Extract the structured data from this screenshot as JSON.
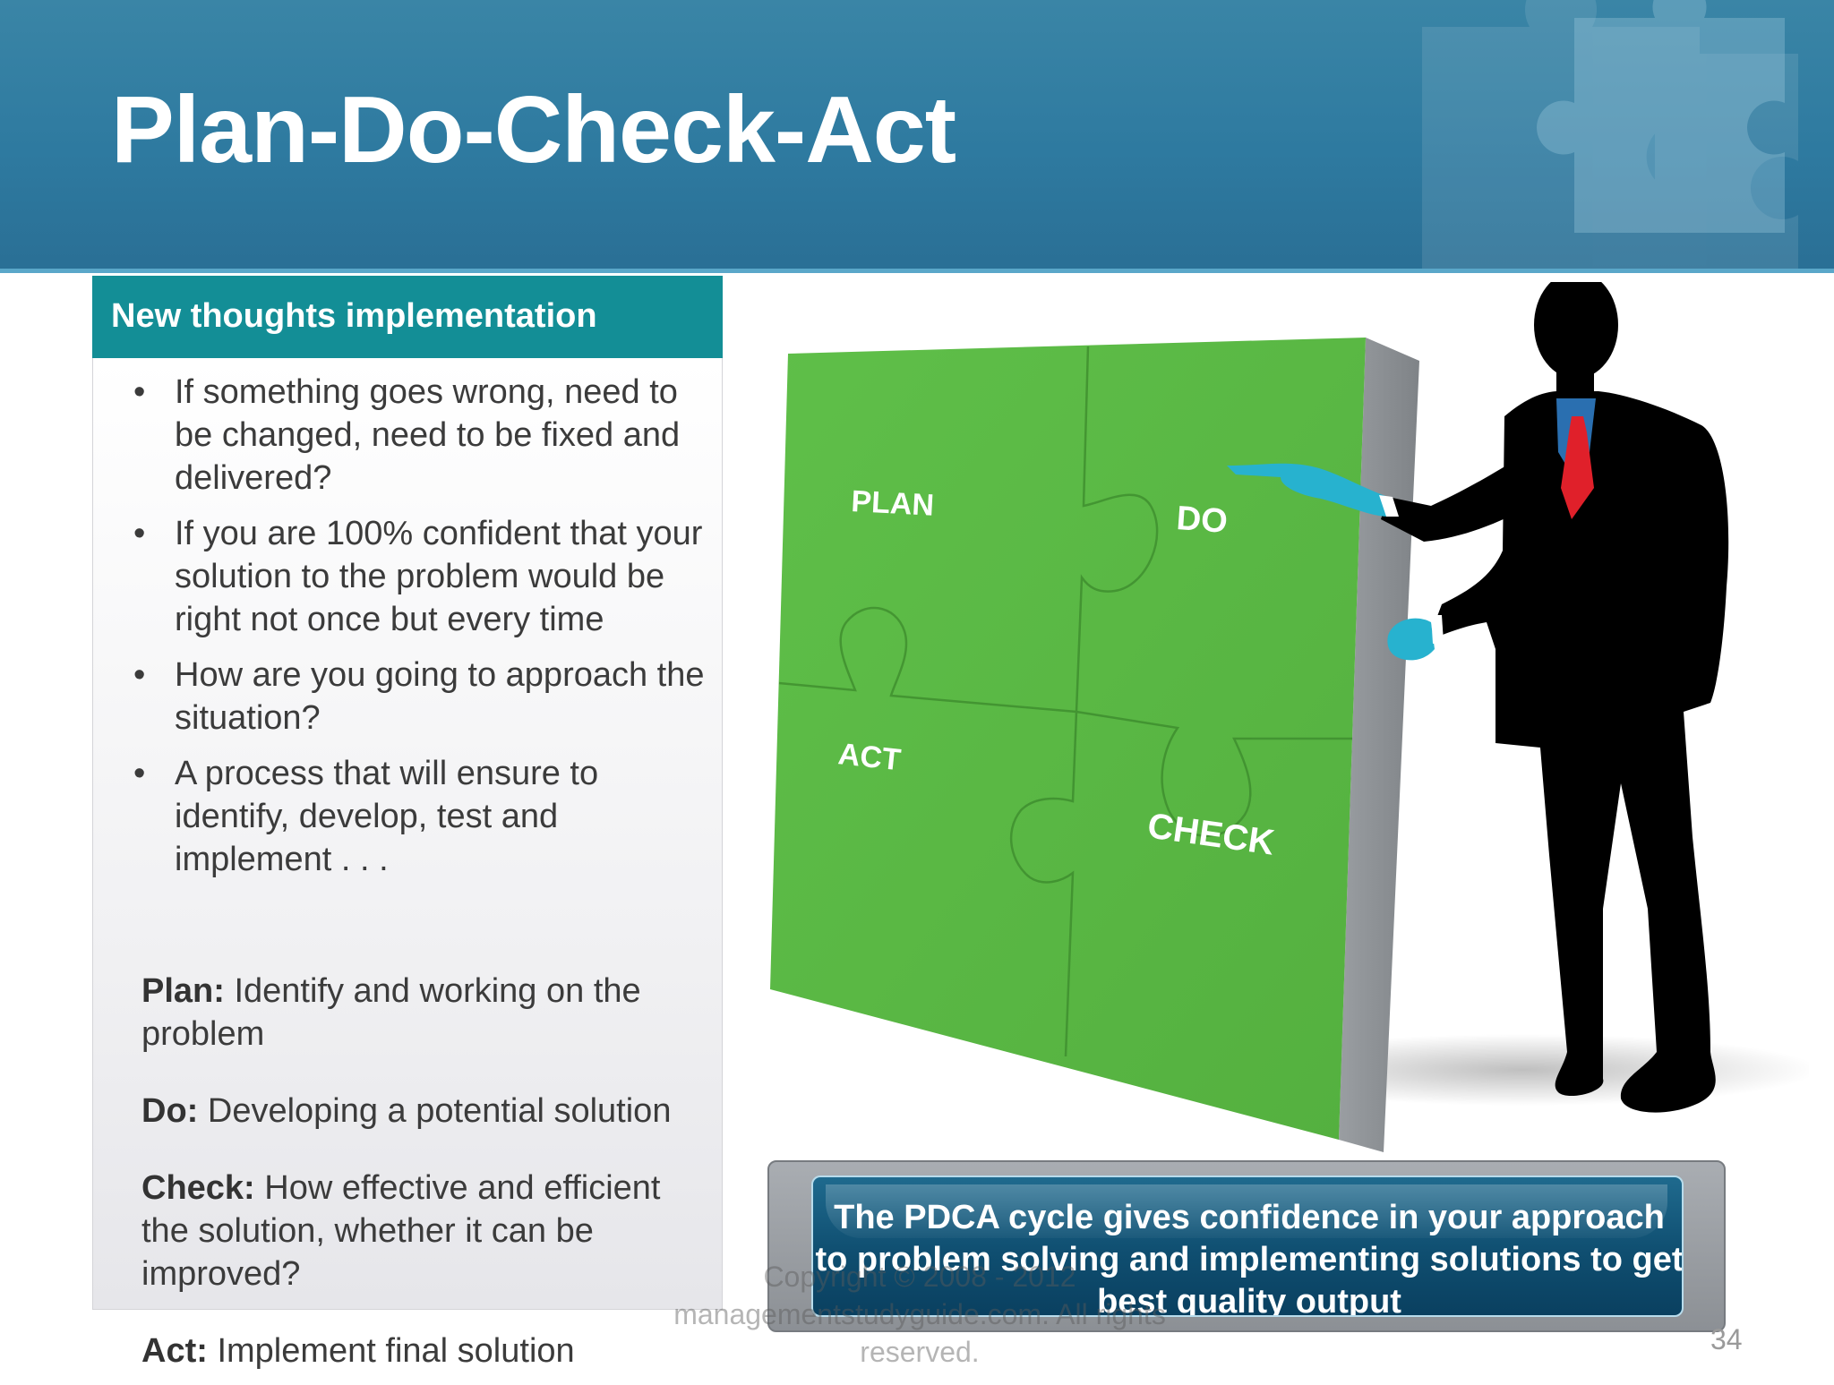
{
  "slide": {
    "title": "Plan-Do-Check-Act",
    "page_number": "34"
  },
  "panel": {
    "heading": "New thoughts implementation",
    "bullet_symbol": "•",
    "bullets": [
      "If something goes wrong, need to be changed, need to be fixed and delivered?",
      "If you are 100% confident that your solution to the problem would be right not once but every time",
      "How are you going to approach the situation?",
      "A process that will ensure to identify, develop, test and implement . . ."
    ],
    "definitions": [
      {
        "term": "Plan:",
        "text": " Identify and working on the problem"
      },
      {
        "term": "Do:",
        "text": " Developing a potential solution"
      },
      {
        "term": "Check:",
        "text": " How effective and efficient the solution, whether it can be improved?"
      },
      {
        "term": "Act:",
        "text": " Implement final solution"
      }
    ]
  },
  "puzzle": {
    "labels": {
      "plan": "PLAN",
      "do": "DO",
      "act": "ACT",
      "check": "CHECK"
    },
    "colors": {
      "green": "#5cba47",
      "side": "#8f9396",
      "figure": "#000000",
      "tie": "#e0202a",
      "shirt": "#2a6fb0",
      "gloves": "#27b2cf"
    }
  },
  "caption": {
    "text": "The PDCA cycle gives confidence in your approach to problem solving and implementing solutions to get best quality output"
  },
  "footer": {
    "copyright": "Copyright © 2008 - 2012 managementstudyguide.com. All rights reserved."
  },
  "colors": {
    "header_blue": "#2e7aa0",
    "panel_teal": "#138e96",
    "caption_blue": "#0f4e70"
  }
}
